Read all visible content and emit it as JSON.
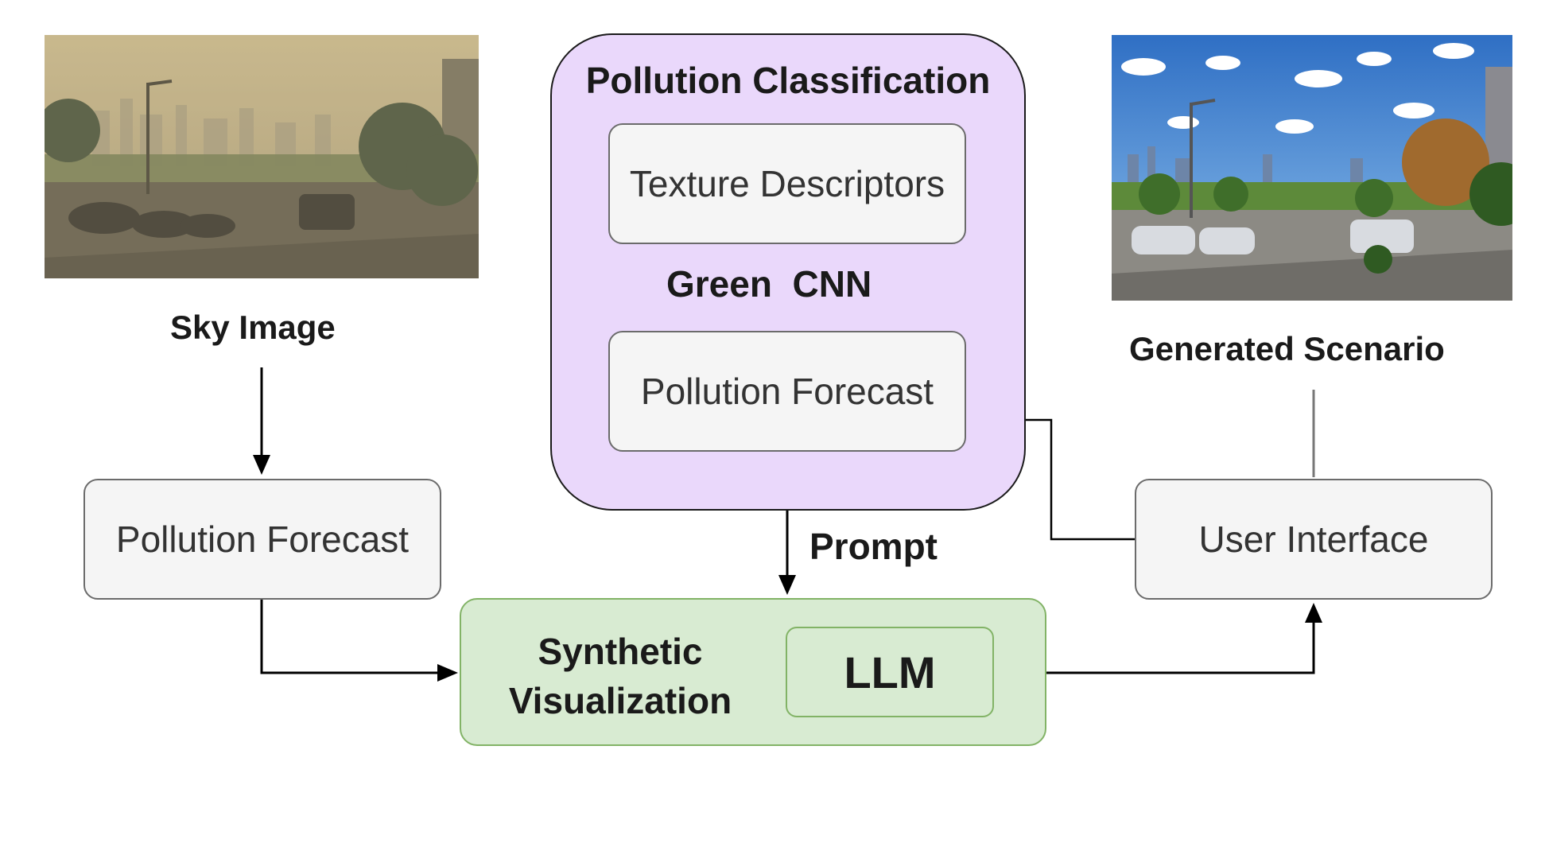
{
  "nodes": {
    "sky_image_label": "Sky Image",
    "pollution_forecast_left": "Pollution Forecast",
    "pollution_classification": "Pollution Classification",
    "texture_descriptors": "Texture Descriptors",
    "green_cnn": "Green  CNN",
    "pollution_forecast_inner": "Pollution Forecast",
    "prompt": "Prompt",
    "synthetic_visualization_line1": "Synthetic",
    "synthetic_visualization_line2": "Visualization",
    "llm": "LLM",
    "user_interface": "User Interface",
    "generated_scenario": "Generated Scenario"
  },
  "colors": {
    "classification_fill": "#ead8fb",
    "classification_border": "#1a1a1a",
    "synthetic_fill": "#d8ebd2",
    "synthetic_border": "#82b366",
    "node_fill": "#f5f5f5",
    "node_border": "#6b6b6b",
    "arrow": "#000000",
    "connector_grey": "#777777"
  },
  "images": {
    "polluted_photo": "hazy-city-street-photo",
    "clean_photo": "clear-sky-city-street-photo"
  }
}
